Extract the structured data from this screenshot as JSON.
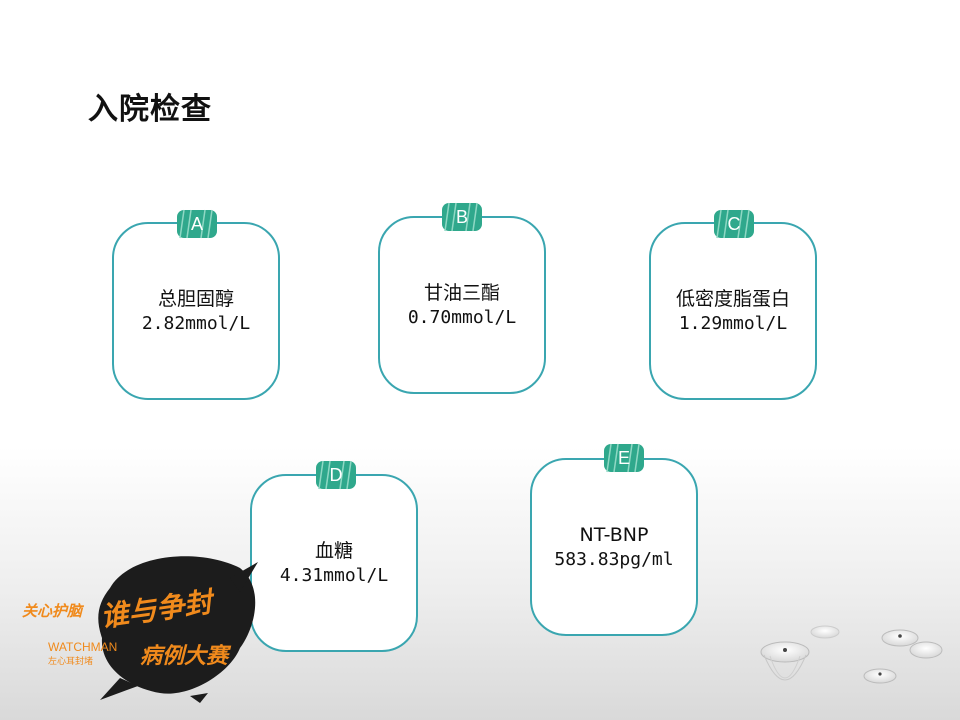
{
  "slide": {
    "title": "入院检查"
  },
  "cards": [
    {
      "badge": "A",
      "name": "总胆固醇",
      "value": "2.82mmol/L"
    },
    {
      "badge": "B",
      "name": "甘油三酯",
      "value": "0.70mmol/L"
    },
    {
      "badge": "C",
      "name": "低密度脂蛋白",
      "value": "1.29mmol/L"
    },
    {
      "badge": "D",
      "name": "血糖",
      "value": "4.31mmol/L"
    },
    {
      "badge": "E",
      "name": "NT-BNP",
      "value": "583.83pg/ml"
    }
  ],
  "logo": {
    "slogan": "关心护脑",
    "script": "谁与争封",
    "brand": "WATCHMAN",
    "brand_sub": "左心耳封堵",
    "contest": "病例大赛"
  },
  "colors": {
    "card_border": "#3aa6b0",
    "badge_fill": "#2fa88c",
    "logo_orange": "#f08a1c"
  },
  "icons": {
    "badge_shape": "striped-tab-icon",
    "device": "occluder-device-icon"
  }
}
